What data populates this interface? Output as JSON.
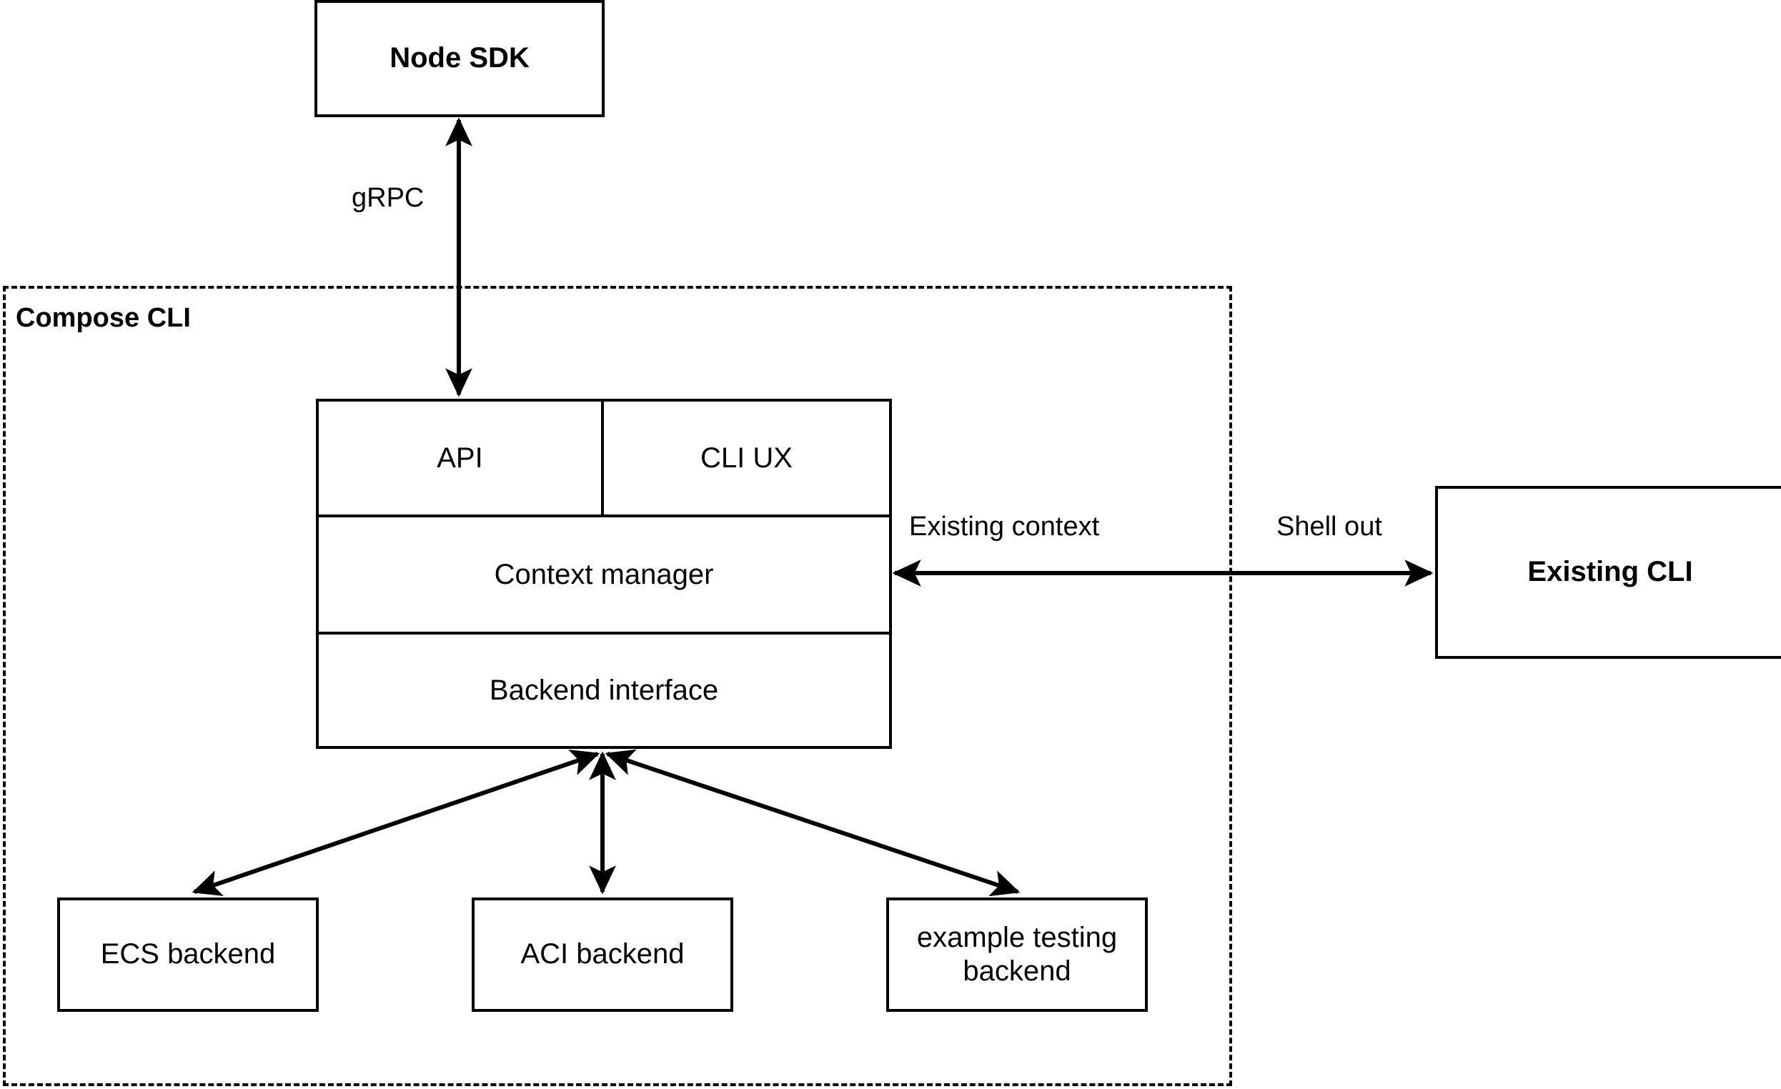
{
  "diagram": {
    "title_group": "Compose CLI",
    "nodes": {
      "node_sdk": {
        "label": "Node SDK",
        "bold": true
      },
      "existing_cli": {
        "label": "Existing CLI",
        "bold": true
      },
      "api": {
        "label": "API",
        "bold": false
      },
      "cli_ux": {
        "label": "CLI UX",
        "bold": false
      },
      "context_manager": {
        "label": "Context manager",
        "bold": false
      },
      "backend_interface": {
        "label": "Backend interface",
        "bold": false
      },
      "ecs_backend": {
        "label": "ECS backend",
        "bold": false
      },
      "aci_backend": {
        "label": "ACI backend",
        "bold": false
      },
      "example_testing_backend": {
        "label": "example testing backend",
        "bold": false
      }
    },
    "edges": {
      "grpc": {
        "label": "gRPC",
        "from": "node_sdk",
        "to": "api",
        "arrows": "both"
      },
      "existing_context": {
        "label": "Existing context",
        "from": "existing_cli",
        "to": "context_manager",
        "arrows": "both"
      },
      "shell_out": {
        "label": "Shell out",
        "from": "context_manager",
        "to": "existing_cli",
        "arrows": "both"
      },
      "ecs": {
        "label": "",
        "from": "backend_interface",
        "to": "ecs_backend",
        "arrows": "both"
      },
      "aci": {
        "label": "",
        "from": "backend_interface",
        "to": "aci_backend",
        "arrows": "both"
      },
      "example": {
        "label": "",
        "from": "backend_interface",
        "to": "example_testing_backend",
        "arrows": "both"
      }
    },
    "colors": {
      "stroke": "#000000",
      "fill": "#ffffff",
      "text": "#000000"
    }
  }
}
